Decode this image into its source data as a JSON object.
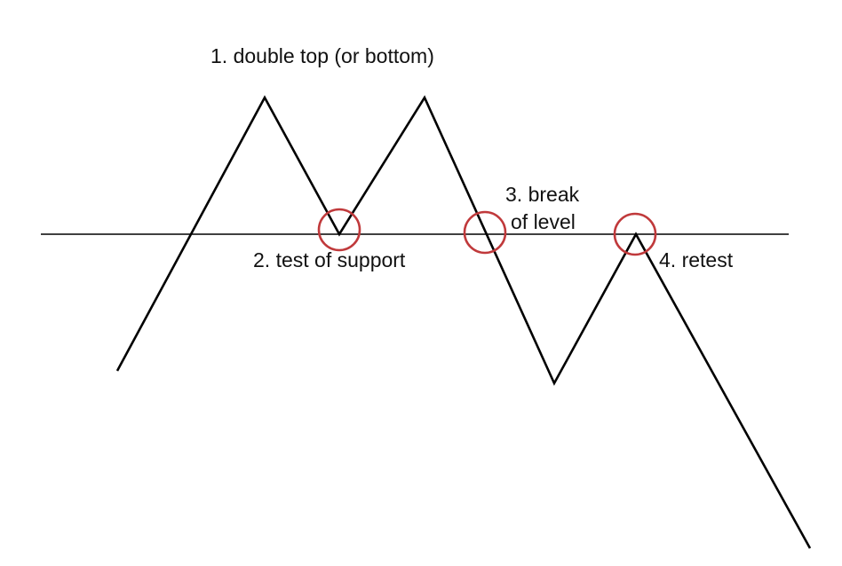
{
  "labels": {
    "double_top": "1. double top (or bottom)",
    "test_of_support": "2. test of support",
    "break_line1": "3. break",
    "break_line2": "of level",
    "retest": "4. retest"
  },
  "colors": {
    "background": "#ffffff",
    "line": "#000000",
    "circle": "#c0393b",
    "text": "#111111"
  }
}
